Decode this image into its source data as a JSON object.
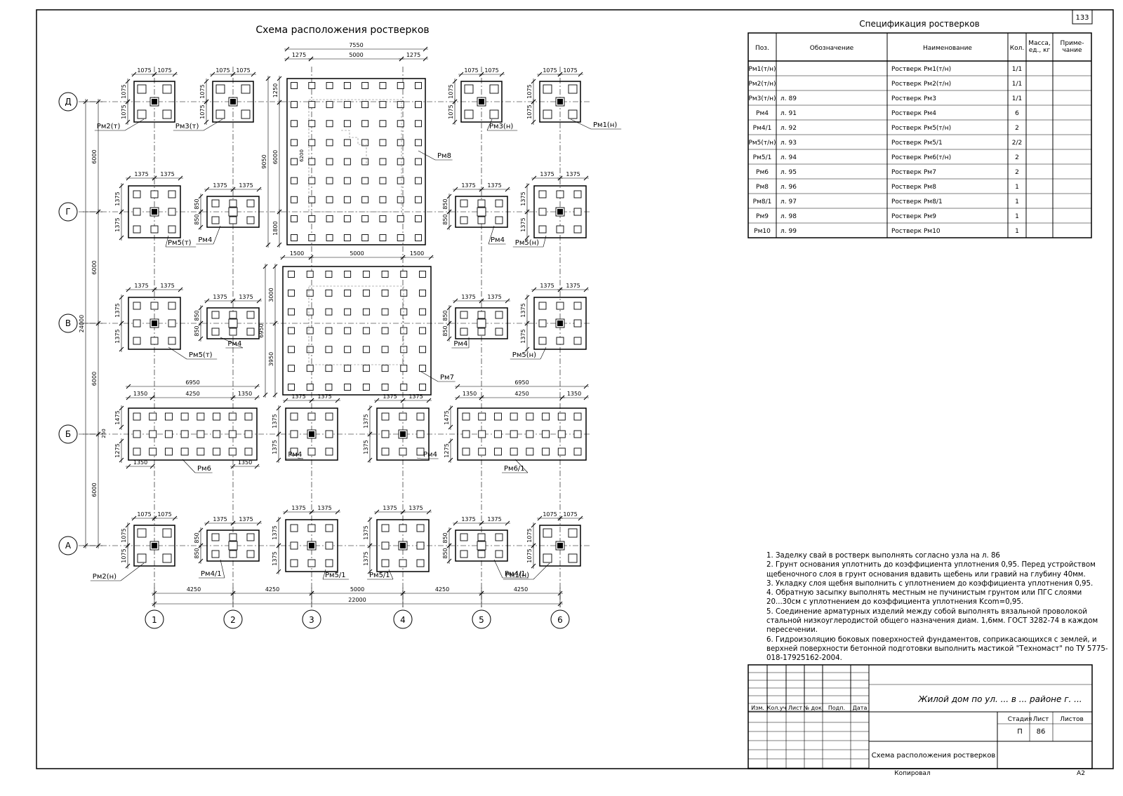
{
  "sheet_number": "133",
  "plan_title": "Схема расположения ростверков",
  "spec": {
    "title": "Спецификация ростверков",
    "headers": [
      "Поз.",
      "Обозначение",
      "Наименование",
      "Кол.",
      "Масса, ед., кг",
      "Приме- чание"
    ],
    "rows": [
      [
        "Рм1(т/н)",
        "",
        "Ростверк Рм1(т/н)",
        "1/1",
        "",
        ""
      ],
      [
        "Рм2(т/н)",
        "",
        "Ростверк Рм2(т/н)",
        "1/1",
        "",
        ""
      ],
      [
        "Рм3(т/н)",
        "л. 89",
        "Ростверк Рм3",
        "1/1",
        "",
        ""
      ],
      [
        "Рм4",
        "л. 91",
        "Ростверк Рм4",
        "6",
        "",
        ""
      ],
      [
        "Рм4/1",
        "л. 92",
        "Ростверк Рм5(т/н)",
        "2",
        "",
        ""
      ],
      [
        "Рм5(т/н)",
        "л. 93",
        "Ростверк Рм5/1",
        "2/2",
        "",
        ""
      ],
      [
        "Рм5/1",
        "л. 94",
        "Ростверк Рм6(т/н)",
        "2",
        "",
        ""
      ],
      [
        "Рм6",
        "л. 95",
        "Ростверк Рм7",
        "2",
        "",
        ""
      ],
      [
        "Рм8",
        "л. 96",
        "Ростверк Рм8",
        "1",
        "",
        ""
      ],
      [
        "Рм8/1",
        "л. 97",
        "Ростверк Рм8/1",
        "1",
        "",
        ""
      ],
      [
        "Рм9",
        "л. 98",
        "Ростверк Рм9",
        "1",
        "",
        ""
      ],
      [
        "Рм10",
        "л. 99",
        "Ростверк Рм10",
        "1",
        "",
        ""
      ]
    ]
  },
  "notes": [
    "1. Заделку свай в ростверк выполнять согласно узла на л. 86",
    "2. Грунт основания уплотнить  до коэффициента уплотнения 0,95. Перед устройством щебеночного слоя в грунт основания вдавить щебень или гравий на глубину 40мм.",
    "3. Укладку слоя щебня выполнить с уплотнением до коэффициента уплотнения 0,95.",
    "4. Обратную засыпку выполнять местным не пучинистым грунтом или ПГС слоями 20...30см с уплотнением до коэффициента уплотнения Kcom=0,95.",
    "5. Соединение арматурных изделий между собой выполнять вязальной проволокой стальной низкоуглеродистой общего назначения диам. 1,6мм. ГОСТ 3282-74 в каждом пересечении.",
    "6. Гидроизоляцию боковых поверхностей фундаментов, соприкасающихся с землей, и верхней поверхности бетонной подготовки выполнить мастикой \"Техномаст\" по ТУ 5775-018-17925162-2004."
  ],
  "title_block": {
    "project": "Жилой дом по ул. ... в ... районе г. ...",
    "drawing": "Схема расположения ростверков",
    "headers": [
      "Изм.",
      "Кол.уч",
      "Лист",
      "№ док.",
      "Подп.",
      "Дата"
    ],
    "stage_label": "Стадия",
    "sheet_label": "Лист",
    "sheets_label": "Листов",
    "stage": "П",
    "sheet": "86",
    "copied": "Копировал",
    "format": "А2"
  },
  "axes": {
    "columns": [
      "1",
      "2",
      "3",
      "4",
      "5",
      "6"
    ],
    "rows": [
      "Д",
      "Г",
      "В",
      "Б",
      "А"
    ],
    "col_spacing": [
      "4250",
      "4250",
      "5000",
      "4250",
      "4250"
    ],
    "total_width": "22000",
    "row_spacing": [
      "6000",
      "6000",
      "6000",
      "6000"
    ],
    "total_height": "24000"
  },
  "labels": {
    "rm1n": "Рм1(н)",
    "rm2n": "Рм2(н)",
    "rm2t": "Рм2(т)",
    "rm3n": "Рм3(н)",
    "rm3t": "Рм3(т)",
    "rm4": "Рм4",
    "rm41": "Рм4/1",
    "rm5n": "Рм5(н)",
    "rm5t": "Рм5(т)",
    "rm51": "Рм5/1",
    "rm6": "Рм6",
    "rm61": "Рм6/1",
    "rm7": "Рм7",
    "rm8": "Рм8"
  },
  "dims": {
    "d1075": "1075",
    "d1375": "1375",
    "d850": "850",
    "d1350": "1350",
    "d4250": "4250",
    "d6950": "6950",
    "d1475": "1475",
    "d1275": "1275",
    "d250": "250",
    "d7550": "7550",
    "d5000": "5000",
    "d1500": "1500",
    "d9050": "9050",
    "d6000": "6000",
    "d1800": "1800",
    "d3000": "3000",
    "d3950": "3950",
    "d1250": "1250",
    "d6200": "6200"
  }
}
